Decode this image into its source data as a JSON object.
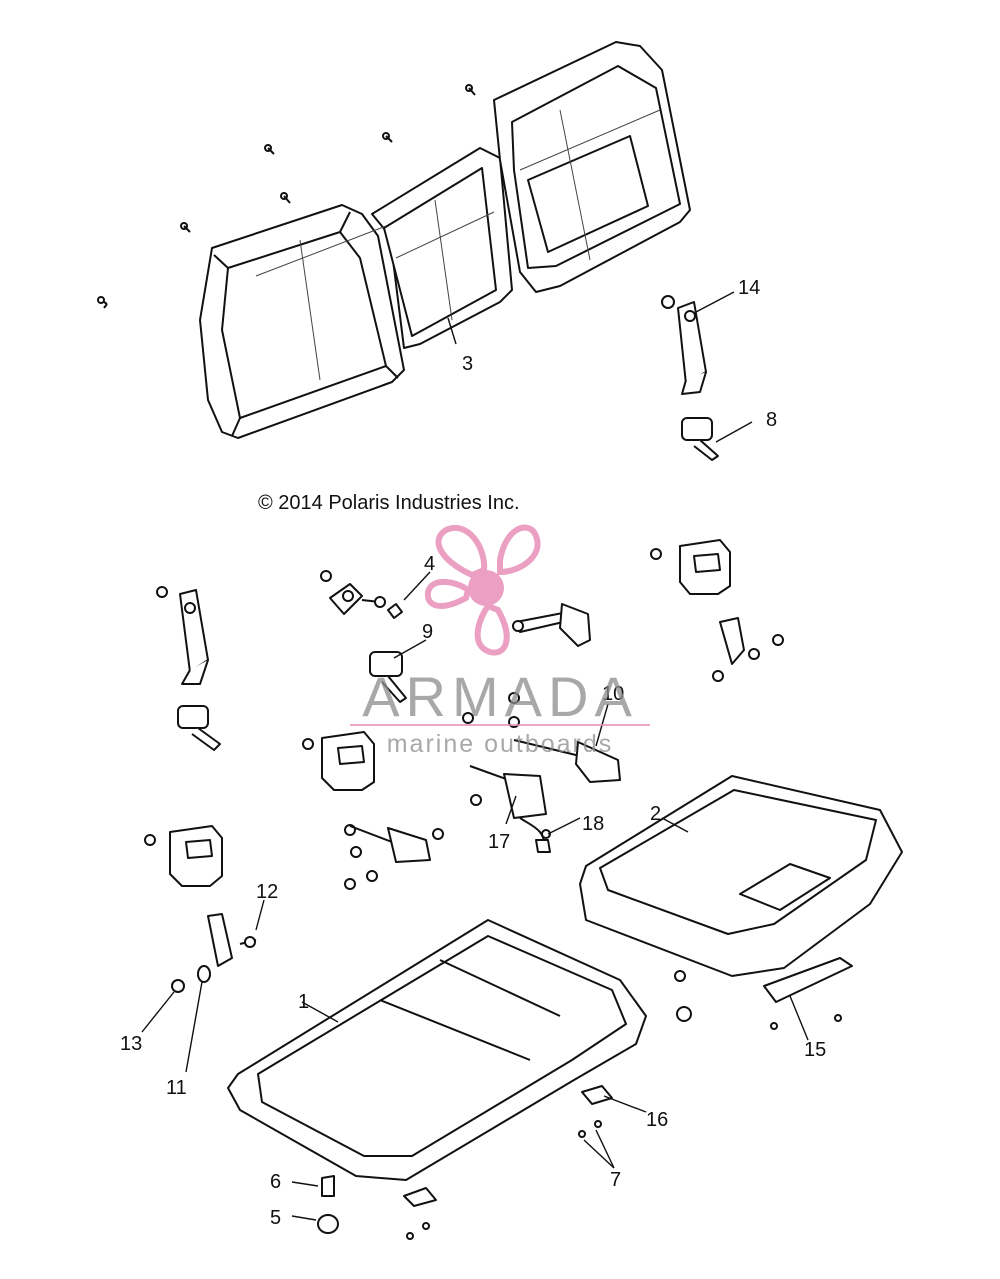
{
  "copyright": "© 2014 Polaris Industries Inc.",
  "watermark": {
    "brand": "ARMADA",
    "tagline": "marine outboards",
    "accent_color": "#e88fb8",
    "text_color": "#8c8c8c"
  },
  "callouts": {
    "c1": "1",
    "c2": "2",
    "c3": "3",
    "c4": "4",
    "c5": "5",
    "c6": "6",
    "c7": "7",
    "c8": "8",
    "c9": "9",
    "c10": "10",
    "c11": "11",
    "c12": "12",
    "c13": "13",
    "c14": "14",
    "c15": "15",
    "c16": "16",
    "c17": "17",
    "c18": "18"
  }
}
